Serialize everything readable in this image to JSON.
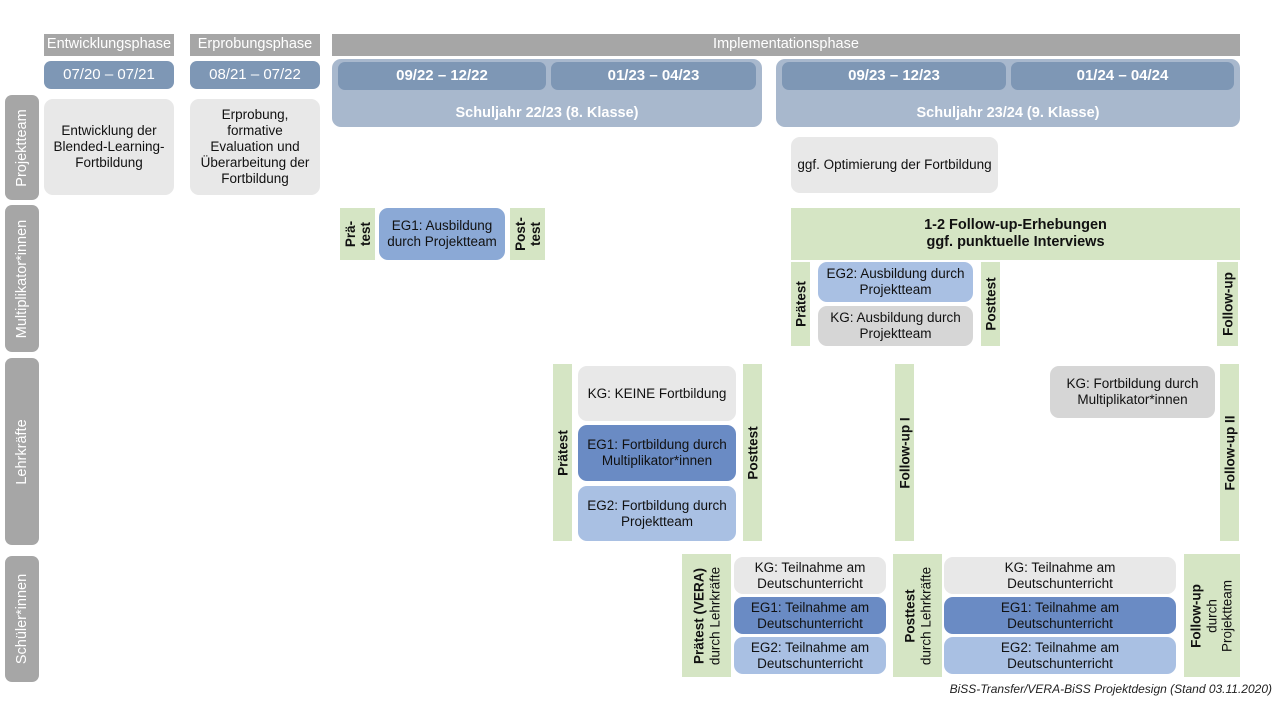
{
  "diagram": {
    "title_footer": "BiSS-Transfer/VERA-BiSS Projektdesign (Stand 03.11.2020)",
    "colors": {
      "gray_banner": "#a6a6a6",
      "period_blue": "#7e97b5",
      "schoolyear_blue": "#a8b8cd",
      "green": "#d5e5c4",
      "box_gray": "#e8e8e8",
      "box_blue_dark": "#6a8bc4",
      "box_blue_mid": "#8ba9d6",
      "box_blue_light": "#a9c0e3"
    }
  },
  "phases": [
    {
      "label": "Entwicklungsphase"
    },
    {
      "label": "Erprobungsphase"
    },
    {
      "label": "Implementationsphase"
    }
  ],
  "periods": [
    {
      "label": "07/20 – 07/21"
    },
    {
      "label": "08/21 – 07/22"
    },
    {
      "label": "09/22 – 12/22"
    },
    {
      "label": "01/23 – 04/23"
    },
    {
      "label": "09/23 – 12/23"
    },
    {
      "label": "01/24 – 04/24"
    }
  ],
  "school_years": [
    {
      "label": "Schuljahr 22/23 (8. Klasse)"
    },
    {
      "label": "Schuljahr 23/24 (9. Klasse)"
    }
  ],
  "rows": [
    {
      "label": "Projektteam"
    },
    {
      "label": "Multiplikator*innen"
    },
    {
      "label": "Lehrkräfte"
    },
    {
      "label": "Schüler*innen"
    }
  ],
  "projektteam": {
    "entwicklung": "Entwicklung der Blended-Learning-Fortbildung",
    "erprobung": "Erprobung, formative Evaluation und Überarbeitung der Fortbildung",
    "optimierung": "ggf. Optimierung der Fortbildung"
  },
  "multiplikator": {
    "praetest_line1": "Prä-",
    "praetest_line2": "test",
    "posttest_line1": "Post-",
    "posttest_line2": "test",
    "eg1_box": "EG1: Ausbildung durch Projektteam",
    "followup_band_line1": "1-2 Follow-up-Erhebungen",
    "followup_band_line2": "ggf. punktuelle Interviews",
    "praetest2": "Prätest",
    "posttest2": "Posttest",
    "eg2_box": "EG2: Ausbildung durch Projektteam",
    "kg_box": "KG: Ausbildung durch Projektteam",
    "followup": "Follow-up"
  },
  "lehrkraefte": {
    "praetest": "Prätest",
    "posttest": "Posttest",
    "kg_box": "KG:  KEINE Fortbildung",
    "eg1_box": "EG1: Fortbildung durch Multiplikator*innen",
    "eg2_box": "EG2: Fortbildung durch Projektteam",
    "followup1": "Follow-up I",
    "followup2": "Follow-up II",
    "kg_box2": "KG: Fortbildung durch Multiplikator*innen"
  },
  "schueler": {
    "praetest_main": "Prätest (VERA)",
    "praetest_sub": "durch Lehrkräfte",
    "posttest_main": "Posttest",
    "posttest_sub": "durch Lehrkräfte",
    "followup_main": "Follow-up",
    "followup_sub1": "durch",
    "followup_sub2": "Projektteam",
    "group_boxes_left": [
      {
        "label": "KG: Teilnahme am Deutschunterricht",
        "style": "gray"
      },
      {
        "label": "EG1: Teilnahme am Deutschunterricht",
        "style": "blue-dark"
      },
      {
        "label": "EG2: Teilnahme am Deutschunterricht",
        "style": "blue-light"
      }
    ],
    "group_boxes_right": [
      {
        "label": "KG: Teilnahme am Deutschunterricht",
        "style": "gray"
      },
      {
        "label": "EG1: Teilnahme am Deutschunterricht",
        "style": "blue-dark"
      },
      {
        "label": "EG2: Teilnahme am Deutschunterricht",
        "style": "blue-light"
      }
    ]
  }
}
